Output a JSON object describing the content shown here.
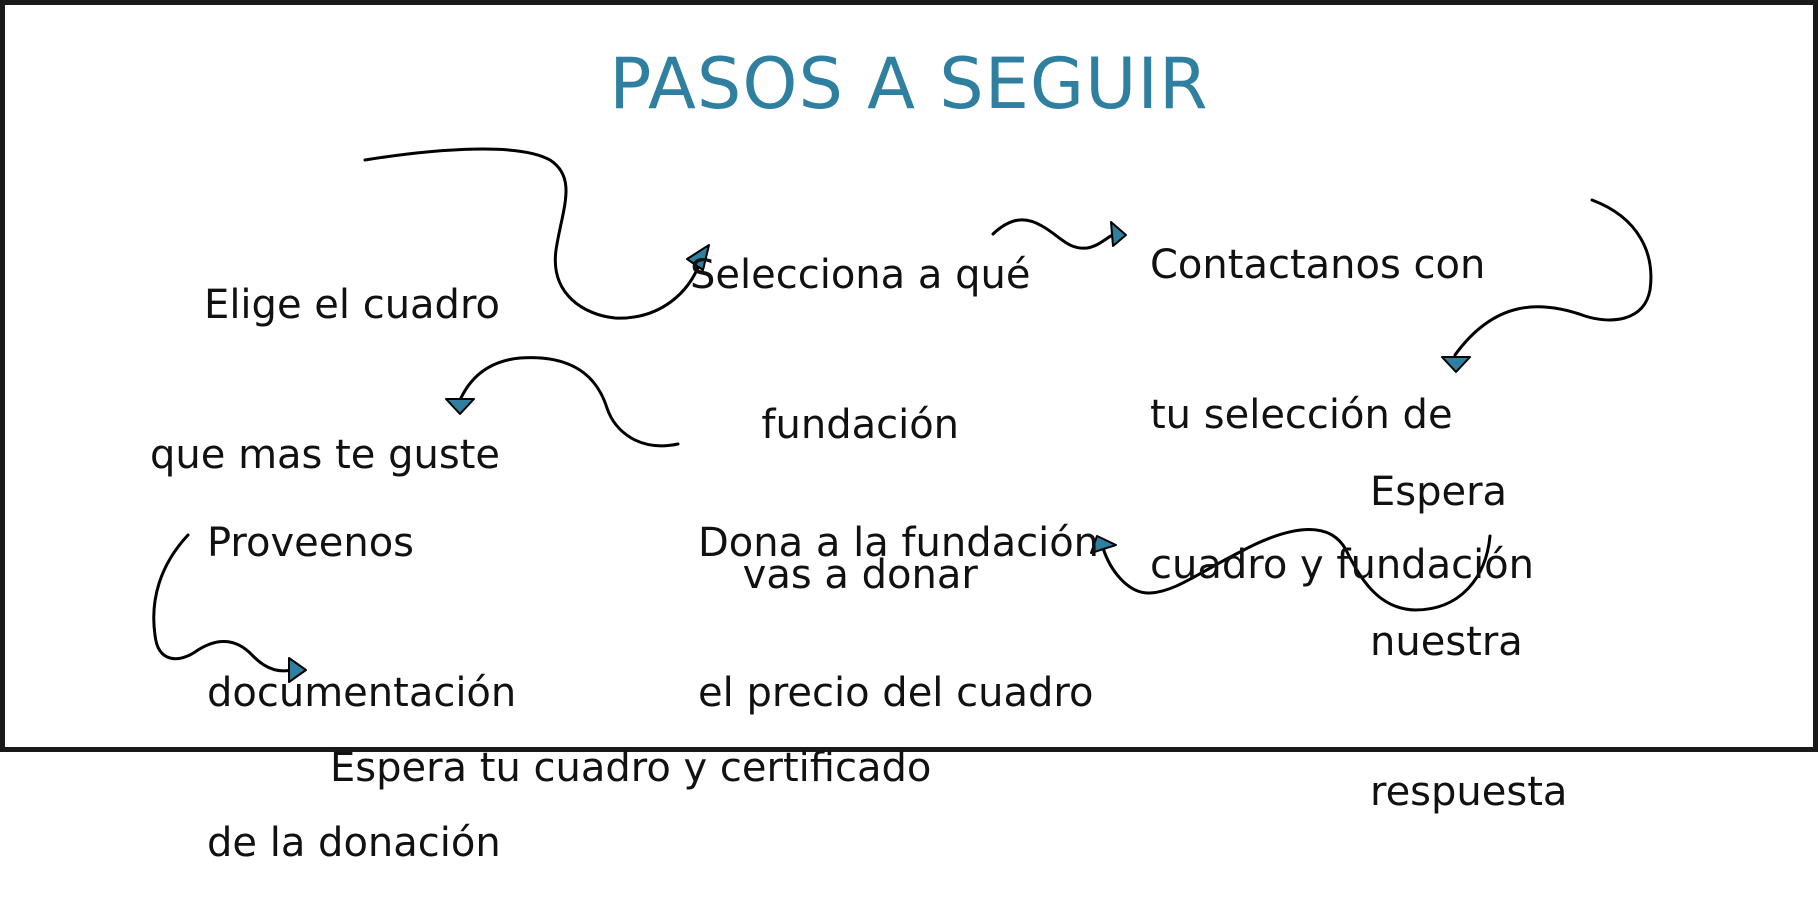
{
  "title": "PASOS A SEGUIR",
  "colors": {
    "title": "#2e7fa0",
    "arrowhead": "#2e7fa0",
    "border": "#1a1a1a",
    "text": "#111111"
  },
  "steps": [
    {
      "lines": [
        "Elige el cuadro",
        "que mas te guste"
      ],
      "align": "right"
    },
    {
      "lines": [
        "Selecciona a qué",
        "fundación",
        "vas a donar"
      ],
      "align": "center"
    },
    {
      "lines": [
        "Contactanos con",
        "tu selección de",
        "cuadro y fundación"
      ],
      "align": "left"
    },
    {
      "lines": [
        "Espera",
        "nuestra",
        "respuesta"
      ],
      "align": "left"
    },
    {
      "lines": [
        "Dona a la fundación",
        "el precio del cuadro"
      ],
      "align": "left"
    },
    {
      "lines": [
        "Proveenos",
        "documentación",
        "de la donación"
      ],
      "align": "left"
    },
    {
      "lines": [
        "Espera tu cuadro y certificado"
      ],
      "align": "left"
    }
  ],
  "connectors": [
    {
      "from_step": 1,
      "to_step": 2,
      "icon": "curved-arrow-icon"
    },
    {
      "from_step": 2,
      "to_step": 3,
      "icon": "curved-arrow-icon"
    },
    {
      "from_step": 3,
      "to_step": 4,
      "icon": "curved-arrow-icon"
    },
    {
      "from_step": 4,
      "to_step": 5,
      "icon": "curved-arrow-icon"
    },
    {
      "from_step": 5,
      "to_step": 6,
      "icon": "curved-arrow-icon"
    },
    {
      "from_step": 6,
      "to_step": 7,
      "icon": "curved-arrow-icon"
    }
  ]
}
